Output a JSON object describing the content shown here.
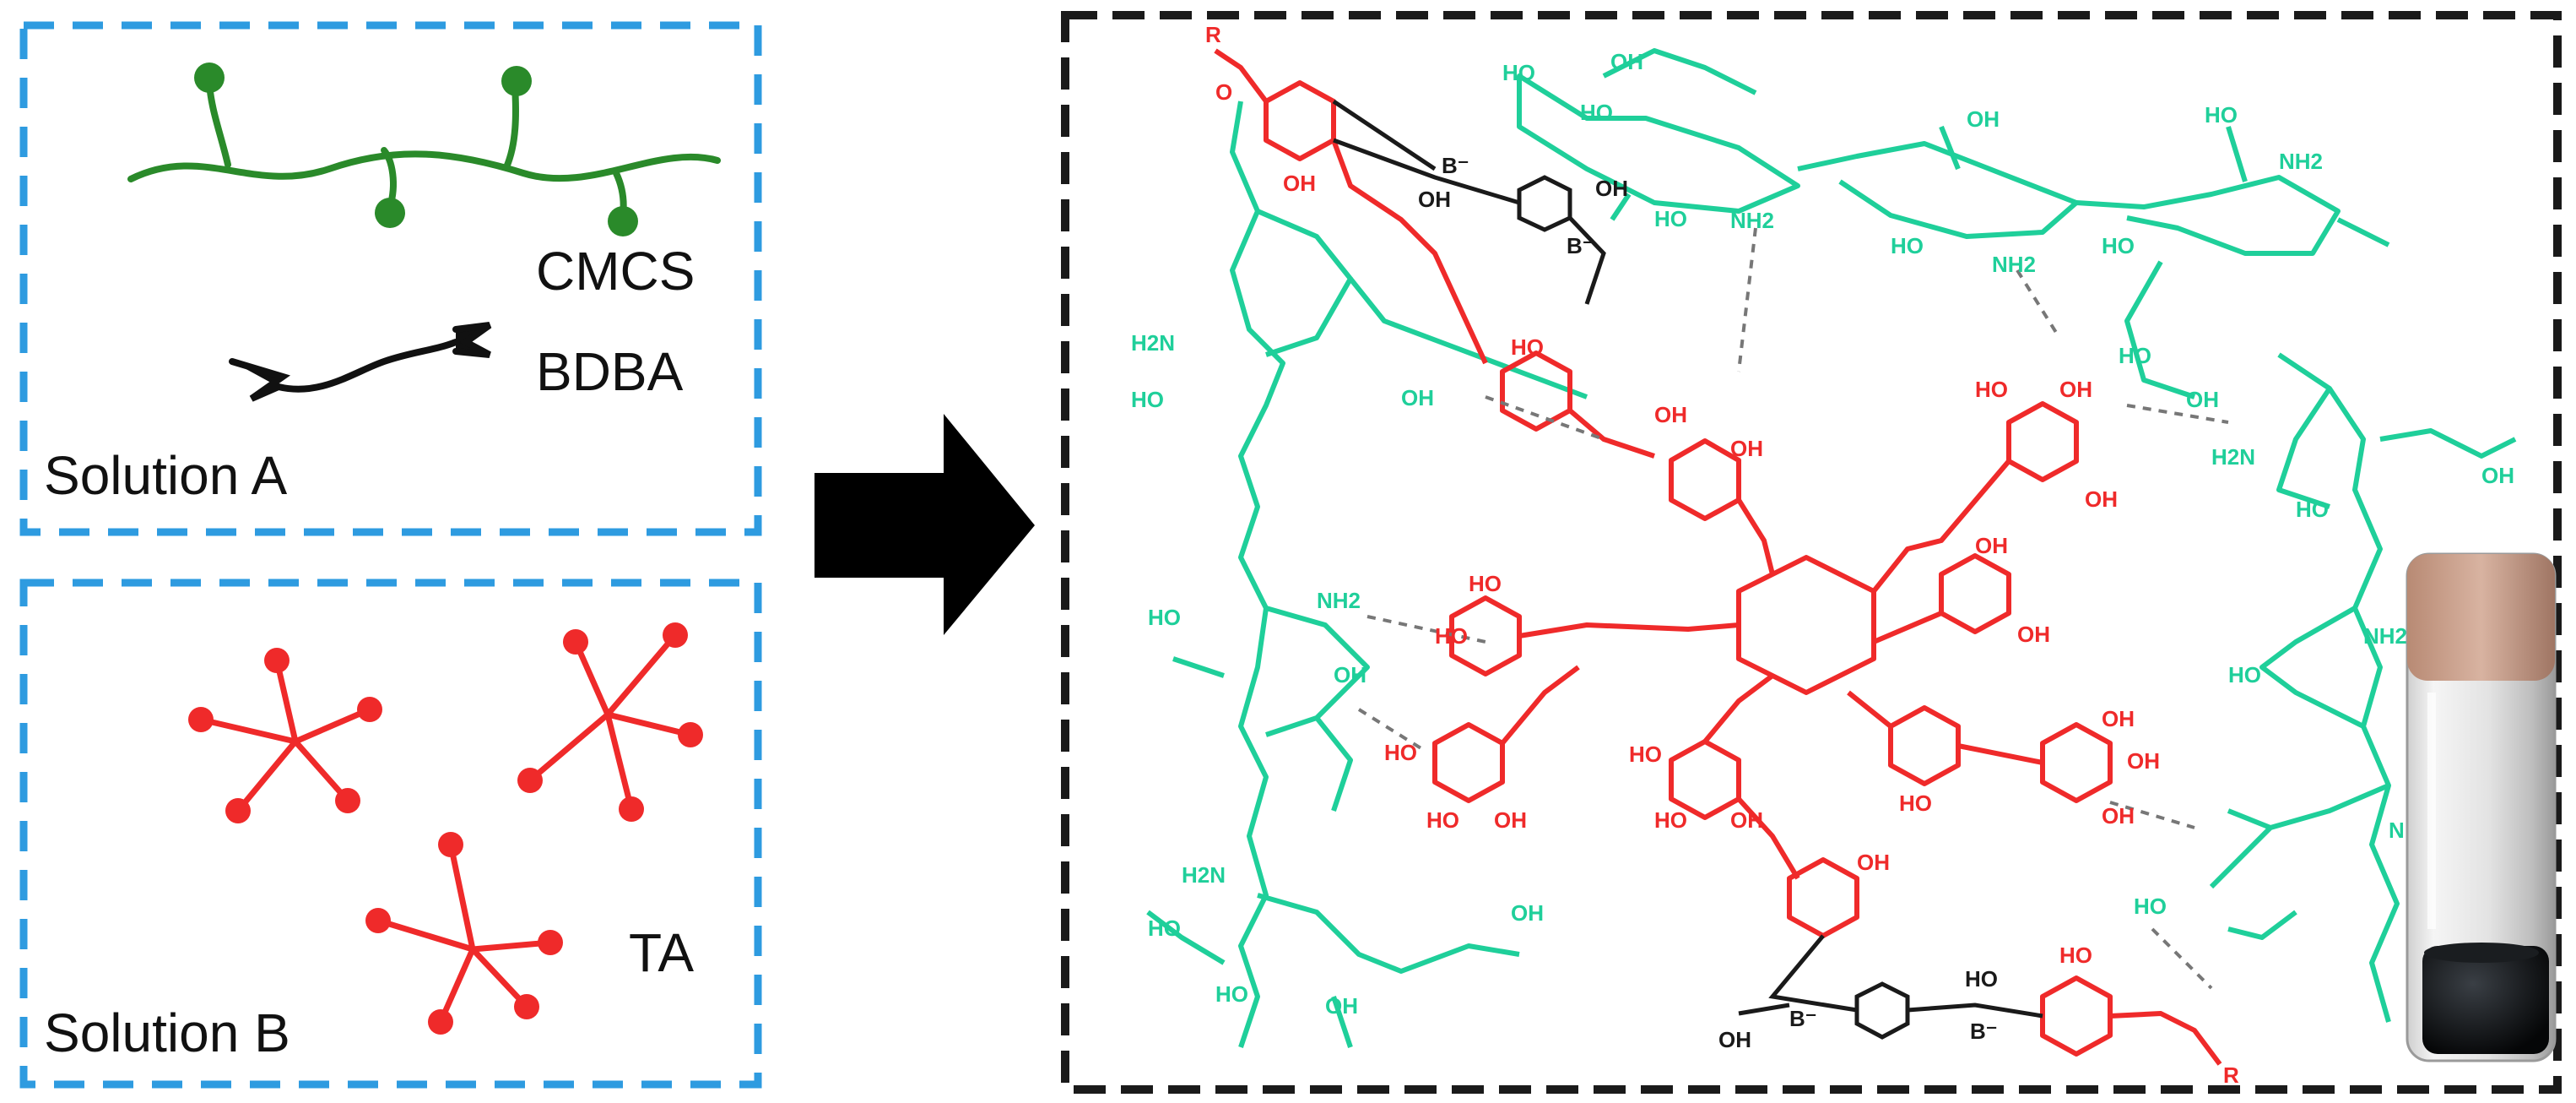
{
  "panel_a": {
    "cmcs": "CMCS",
    "bdba": "BDBA",
    "title": "Solution A"
  },
  "panel_b": {
    "ta": "TA",
    "title": "Solution B"
  },
  "network": {
    "groups": {
      "oh": "OH",
      "ho": "HO",
      "nh2": "NH2",
      "h2n": "H2N",
      "boron": "B",
      "boron_anion": "B⁻",
      "r": "R",
      "o": "O"
    }
  },
  "colors": {
    "frame_a": "#2e9be0",
    "frame_b": "#2e9be0",
    "frame_right": "#1a1a1a",
    "cmcs": "#2a8a2a",
    "ta": "#ef2a2a",
    "chitosan": "#1fcf9a",
    "tannic": "#ef2a2a",
    "boronic": "#1a1a1a",
    "arrow": "#000000"
  },
  "icons": [
    "arrow-right-icon",
    "vial-photo-icon"
  ]
}
